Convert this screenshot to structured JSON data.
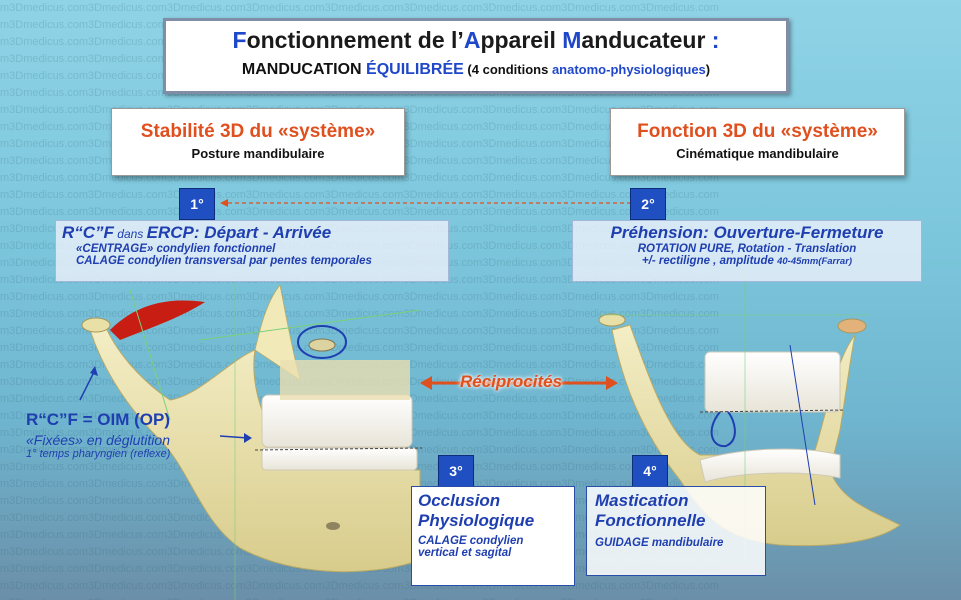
{
  "watermark_text": "m3Dmedicus.com3Dmedicus.com3Dmedicus.com3Dmedicus.com3Dmedicus.com3Dmedicus.com3Dmedicus.com3Dmedicus.com3Dmedicus.com",
  "title": {
    "line1_parts": [
      "F",
      "onctionnement de l’",
      "A",
      "ppareil ",
      "M",
      "anducateur",
      " :"
    ],
    "line2_main": "MANDUCATION ",
    "line2_blue": "ÉQUILIBRÉE",
    "line2_small_open": " (4 conditions ",
    "line2_small_blue": "anatomo-physiologiques",
    "line2_small_close": ")"
  },
  "left_panel": {
    "title": "Stabilité 3D du «système»",
    "subtitle": "Posture mandibulaire"
  },
  "right_panel": {
    "title": "Fonction 3D du «système»",
    "subtitle": "Cinématique mandibulaire"
  },
  "badges": {
    "b1": "1°",
    "b2": "2°",
    "b3": "3°",
    "b4": "4°"
  },
  "left_info": {
    "head_a": "R“C”F",
    "head_dans": " dans ",
    "head_b": "ERCP: D",
    "head_c": "épart - ",
    "head_d": "A",
    "head_e": "rrivée",
    "line1": "«CENTRAGE» condylien fonctionnel",
    "line2": "CALAGE condylien transversal par pentes temporales"
  },
  "right_info": {
    "head": "Préhension: Ouverture-Fermeture",
    "line1": "ROTATION PURE, Rotation - Translation",
    "line2": "+/- rectiligne , amplitude",
    "line2_small": "40-45mm(Farrar)"
  },
  "left_label": {
    "line1": "R“C”F = OIM (OP)",
    "line2": "«Fixées» en déglutition",
    "line3": "1° temps pharyngien (reflexe)"
  },
  "reciprocite": "Réciprocités",
  "box3": {
    "line1": "Occlusion",
    "line2": "Physiologique",
    "line3": "CALAGE condylien",
    "line4": "vertical et sagital"
  },
  "box4": {
    "line1": "Mastication",
    "line2": "Fonctionnelle",
    "line3": "GUIDAGE mandibulaire"
  },
  "colors": {
    "accent_blue": "#1f47c9",
    "accent_orange": "#e0501f",
    "bone": "#efe6b4",
    "muscle_red": "#c81d12"
  }
}
